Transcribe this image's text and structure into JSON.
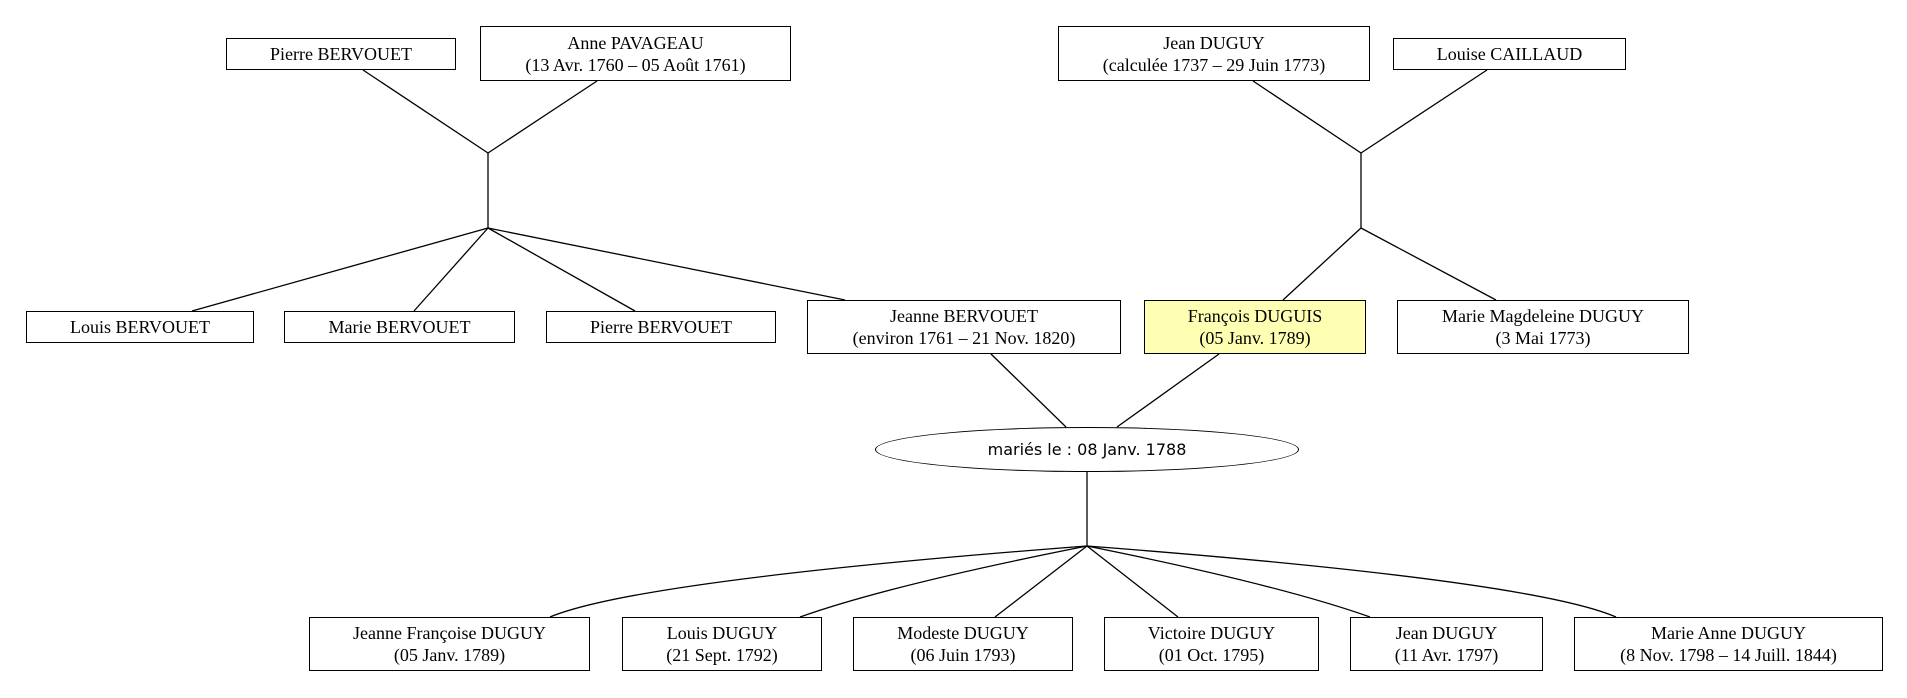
{
  "people": {
    "pierre_bervouet_father": {
      "name": "Pierre BERVOUET",
      "dates": ""
    },
    "anne_pavageau": {
      "name": "Anne PAVAGEAU",
      "dates": "(13 Avr. 1760 – 05 Août 1761)"
    },
    "jean_duguy_father": {
      "name": "Jean DUGUY",
      "dates": "(calculée 1737 – 29 Juin 1773)"
    },
    "louise_caillaud": {
      "name": "Louise CAILLAUD",
      "dates": ""
    },
    "louis_bervouet": {
      "name": "Louis BERVOUET",
      "dates": ""
    },
    "marie_bervouet": {
      "name": "Marie BERVOUET",
      "dates": ""
    },
    "pierre_bervouet_son": {
      "name": "Pierre BERVOUET",
      "dates": ""
    },
    "jeanne_bervouet": {
      "name": "Jeanne BERVOUET",
      "dates": "(environ 1761 – 21 Nov. 1820)"
    },
    "francois_duguis": {
      "name": "François DUGUIS",
      "dates": "(05 Janv. 1789)"
    },
    "marie_magdeleine_duguy": {
      "name": "Marie Magdeleine DUGUY",
      "dates": "(3 Mai 1773)"
    },
    "jeanne_francoise_duguy": {
      "name": "Jeanne Françoise DUGUY",
      "dates": "(05 Janv. 1789)"
    },
    "louis_duguy": {
      "name": "Louis DUGUY",
      "dates": "(21 Sept. 1792)"
    },
    "modeste_duguy": {
      "name": "Modeste DUGUY",
      "dates": "(06 Juin 1793)"
    },
    "victoire_duguy": {
      "name": "Victoire DUGUY",
      "dates": "(01 Oct. 1795)"
    },
    "jean_duguy_son": {
      "name": "Jean DUGUY",
      "dates": "(11 Avr. 1797)"
    },
    "marie_anne_duguy": {
      "name": "Marie Anne DUGUY",
      "dates": "(8 Nov. 1798 – 14 Juill. 1844)"
    }
  },
  "marriage": {
    "label": "mariés le : 08 Janv. 1788"
  },
  "colors": {
    "highlight": "#ffffb3",
    "line": "#000000"
  }
}
